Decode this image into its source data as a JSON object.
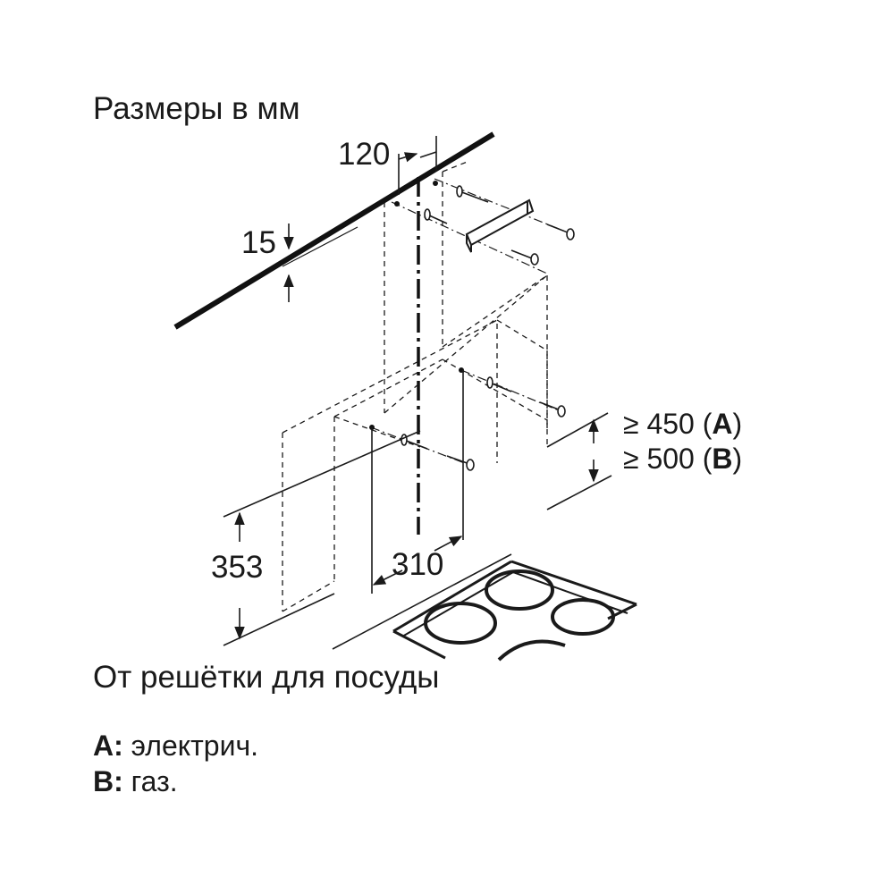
{
  "title": "Размеры в мм",
  "dimensions": {
    "top_gap": "120",
    "ceiling_offset": "15",
    "bracket_height": "353",
    "hole_spacing": "310"
  },
  "clearance": {
    "electric": {
      "prefix": "≥ 450 (",
      "key": "A",
      "suffix": ")"
    },
    "gas": {
      "prefix": "≥ 500 (",
      "key": "B",
      "suffix": ")"
    }
  },
  "footer": "От решётки для посуды",
  "legend": {
    "a_key": "A:",
    "a_text": " электрич.",
    "b_key": "B:",
    "b_text": " газ."
  }
}
